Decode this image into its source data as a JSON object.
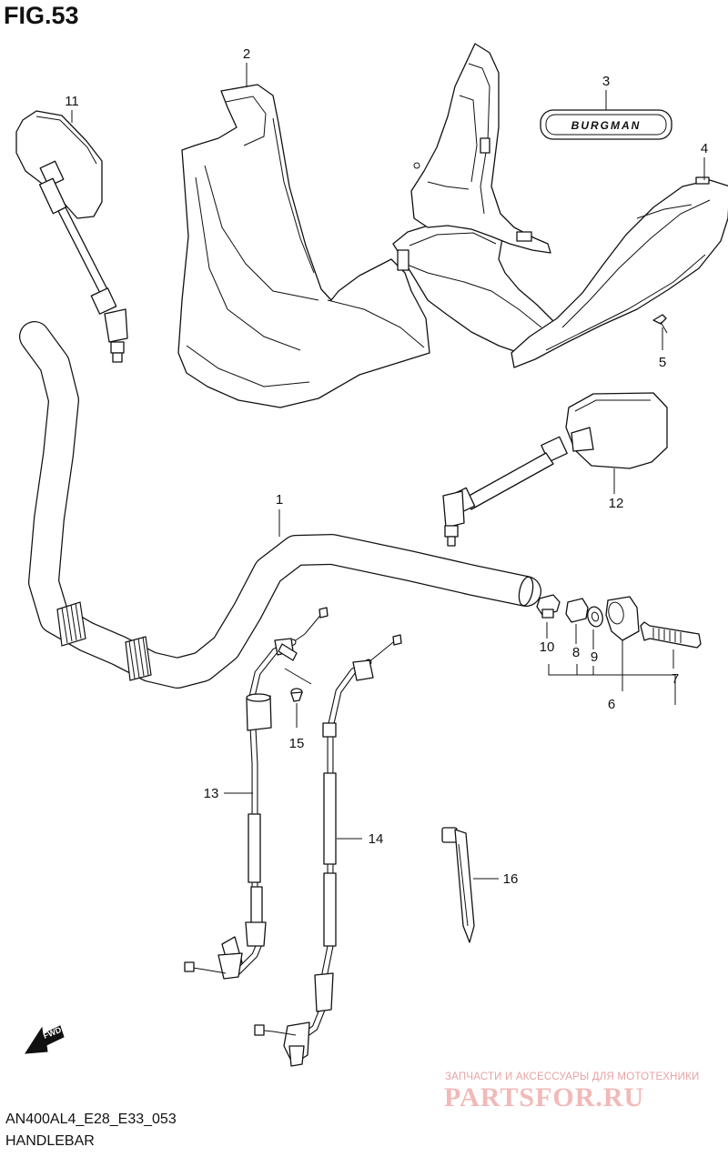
{
  "figure": {
    "title": "FIG.53",
    "code": "AN400AL4_E28_E33_053",
    "section": "HANDLEBAR"
  },
  "emblem_text": "BURGMAN",
  "fwd_label": "FWD",
  "watermark": {
    "line1": "ЗАПЧАСТИ И АКСЕССУАРЫ ДЛЯ МОТОТЕХНИКИ",
    "line2": "PARTSFOR.RU"
  },
  "part_numbers": [
    "1",
    "2",
    "3",
    "4",
    "5",
    "6",
    "7",
    "8",
    "9",
    "10",
    "11",
    "12",
    "13",
    "14",
    "15",
    "16"
  ]
}
